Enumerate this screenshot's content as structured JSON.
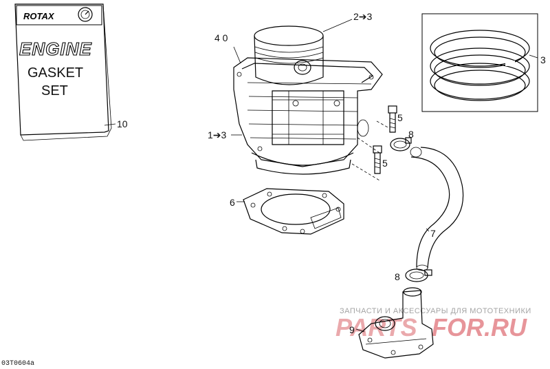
{
  "gasket_set": {
    "brand": "ROTAX",
    "line1": "ENGINE",
    "line2": "GASKET",
    "line3": "SET"
  },
  "callouts": {
    "c_4_0": "4 0",
    "c_2_3": "2➔3",
    "c_3": "3",
    "c_1_3": "1➔3",
    "c_5a": "5",
    "c_5b": "5",
    "c_8a": "8",
    "c_8b": "8",
    "c_6": "6",
    "c_7": "7",
    "c_9": "9",
    "c_10": "10"
  },
  "watermark": {
    "tagline": "ЗАПЧАСТИ И АКСЕССУАРЫ ДЛЯ МОТОТЕХНИКИ",
    "brand_part1": "PARTS",
    "brand_part2": "FOR.RU"
  },
  "diagram_code": "03T0604a"
}
